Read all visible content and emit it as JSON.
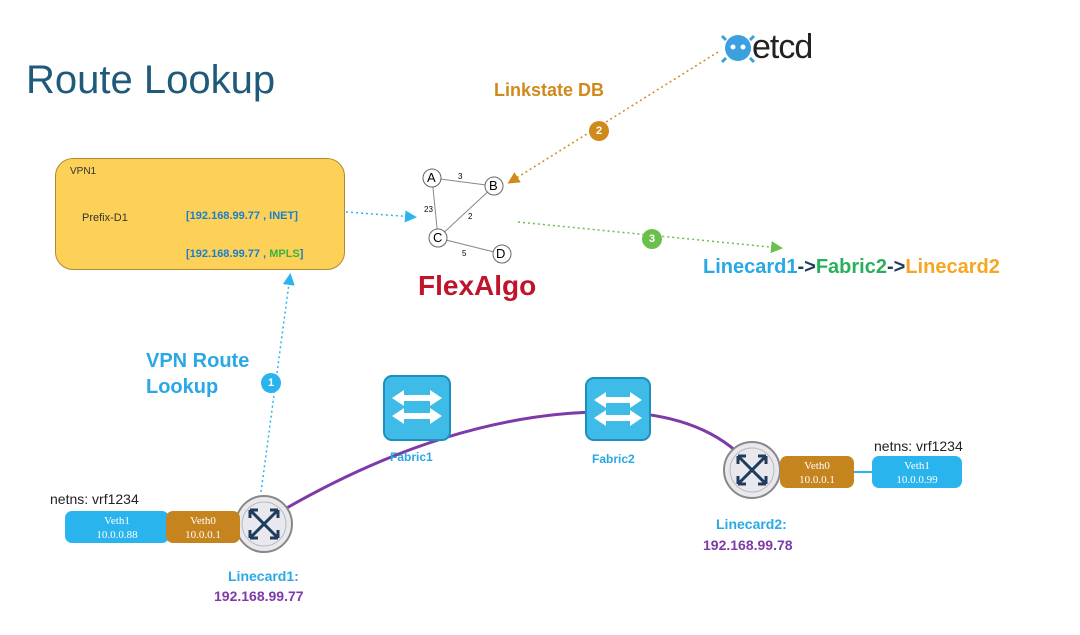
{
  "title": "Route Lookup",
  "etcd": {
    "label": "etcd",
    "icon": "etcd-logo-icon"
  },
  "linkstate_label": "Linkstate DB",
  "vpn": {
    "box_label": "VPN1",
    "prefix_label": "Prefix-D1",
    "routes": [
      {
        "text": "[192.168.99.77 , INET]"
      },
      {
        "prefix": "[192.168.99.77 , ",
        "tag": "MPLS",
        "suffix": "]"
      }
    ]
  },
  "graph": {
    "nodes": [
      "A",
      "B",
      "C",
      "D"
    ],
    "edge_weights": {
      "A-B": "3",
      "B-C": "2",
      "A-C": "23",
      "C-D": "5"
    }
  },
  "flexalgo_label": "FlexAlgo",
  "path": {
    "lc1": "Linecard1",
    "arrow1": "->",
    "fab2": "Fabric2",
    "arrow2": "->",
    "lc2": "Linecard2"
  },
  "vpn_route_lookup": {
    "line1": "VPN Route",
    "line2": "Lookup"
  },
  "badges": {
    "b1": "1",
    "b2": "2",
    "b3": "3"
  },
  "fabric1_label": "Fabric1",
  "fabric2_label": "Fabric2",
  "linecard1": {
    "netns": "netns: vrf1234",
    "veth1": {
      "name": "Veth1",
      "ip": "10.0.0.88"
    },
    "veth0": {
      "name": "Veth0",
      "ip": "10.0.0.1"
    },
    "name": "Linecard1:",
    "ip": "192.168.99.77"
  },
  "linecard2": {
    "netns": "netns: vrf1234",
    "veth0": {
      "name": "Veth0",
      "ip": "10.0.0.1"
    },
    "veth1": {
      "name": "Veth1",
      "ip": "10.0.0.99"
    },
    "name": "Linecard2:",
    "ip": "192.168.99.78"
  },
  "colors": {
    "title": "#1f5a7a",
    "linkstate": "#d08a1a",
    "vpn_box": "#fdd058",
    "flexalgo": "#c0142a",
    "linecard": "#2aa8e6",
    "fabric": "#2aa8e6",
    "fabric2_text": "#2ab05c",
    "linecard2_text": "#f5a623",
    "ip_purple": "#7d3aa8",
    "veth_blue": "#2ab4ee",
    "veth_brown": "#c6841f",
    "flow_line": "#7d3aa8"
  }
}
